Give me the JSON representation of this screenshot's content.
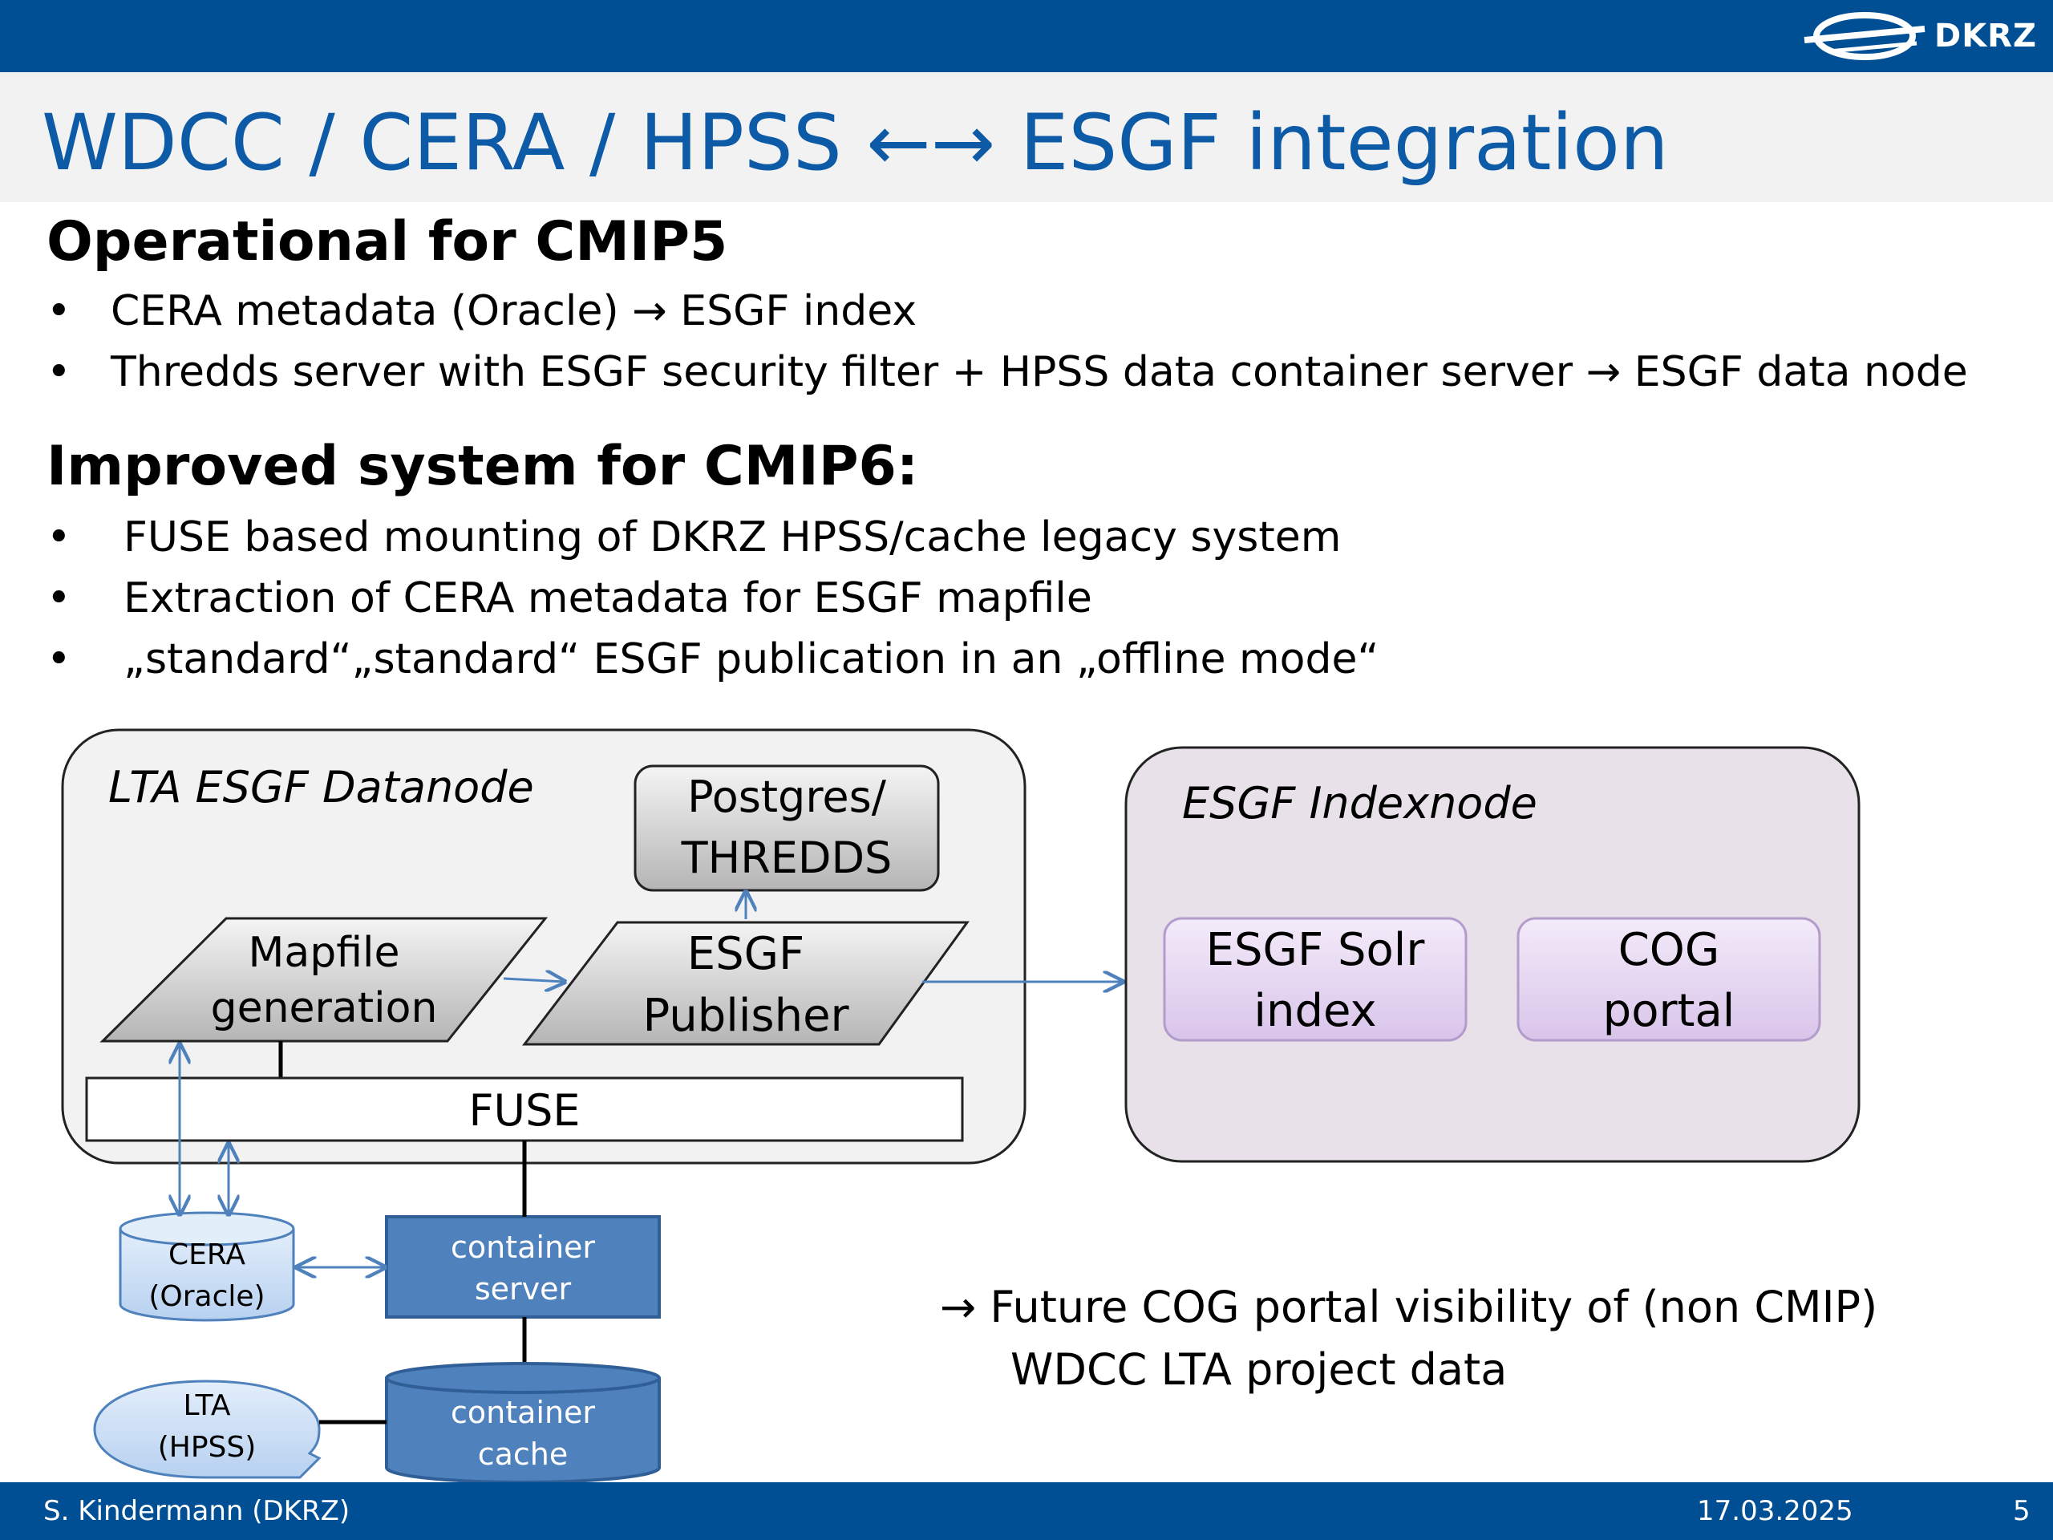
{
  "header": {
    "logo_text": "DKRZ"
  },
  "slide": {
    "title": "WDCC / CERA / HPSS ←→ ESGF integration",
    "section1": {
      "heading": "Operational for CMIP5",
      "bullets": [
        "CERA metadata (Oracle) → ESGF index",
        "Thredds server with ESGF security filter + HPSS data container server → ESGF data node"
      ]
    },
    "section2": {
      "heading": "Improved system for CMIP6:",
      "bullets": [
        "FUSE based mounting of DKRZ HPSS/cache legacy system",
        "Extraction of CERA metadata for ESGF mapfile",
        "„standard“„standard“ ESGF publication in an „offline mode“"
      ]
    },
    "bullet_char": "•"
  },
  "diagram": {
    "datanode_label": "LTA ESGF  Datanode",
    "postgres": [
      "Postgres/",
      "THREDDS"
    ],
    "mapfile": [
      "Mapfile",
      "generation"
    ],
    "publisher": [
      "ESGF",
      "Publisher"
    ],
    "fuse": "FUSE",
    "indexnode_label": "ESGF Indexnode",
    "solr": [
      "ESGF Solr",
      "index"
    ],
    "cog": [
      "COG",
      "portal"
    ],
    "cera": [
      "CERA",
      "(Oracle)"
    ],
    "container_server": [
      "container",
      "server"
    ],
    "container_cache": [
      "container",
      "cache"
    ],
    "lta": [
      "LTA",
      "(HPSS)"
    ],
    "colors": {
      "box_blue": "#4f81bd",
      "purple_box": "#e6d6f2",
      "indexnode_bg": "#e8e1ea",
      "datanode_bg": "#f2f2f2"
    }
  },
  "note": {
    "line1": "→ Future COG portal visibility of (non CMIP)",
    "line2": "WDCC LTA project data"
  },
  "footer": {
    "author": "S. Kindermann (DKRZ)",
    "date": "17.03.2025",
    "page": "5"
  }
}
